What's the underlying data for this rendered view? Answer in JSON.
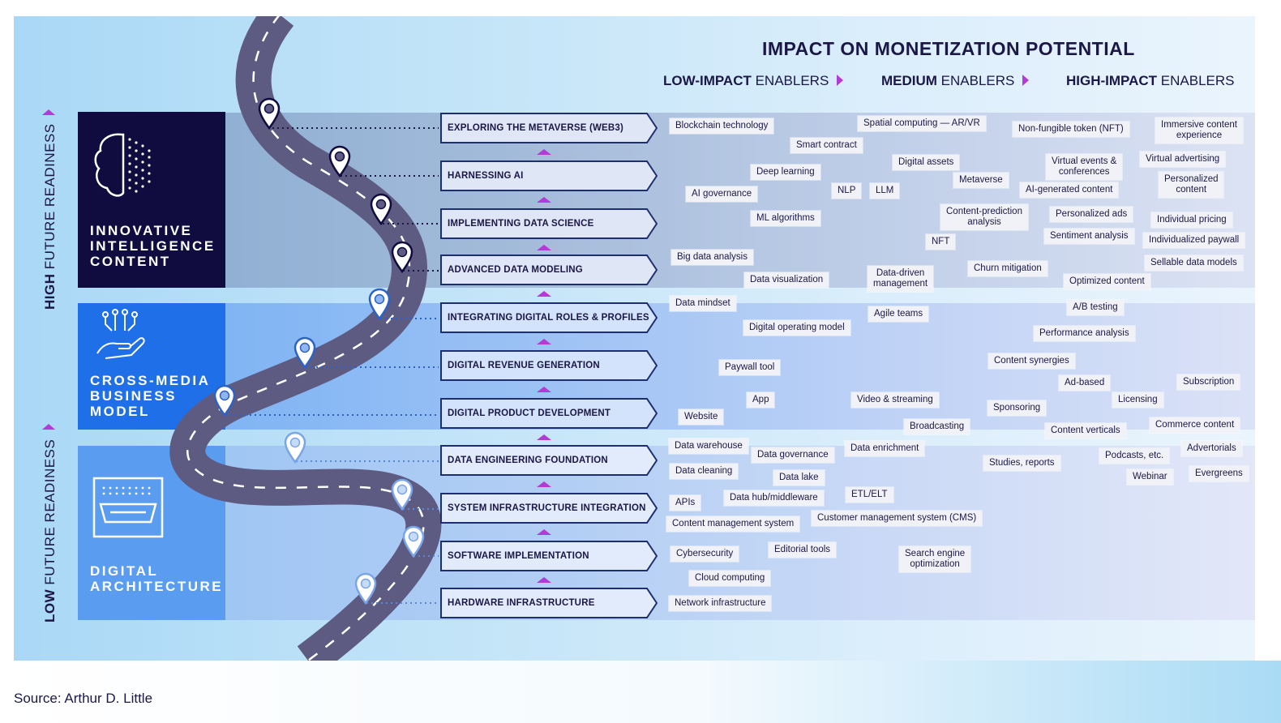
{
  "header": {
    "title": "IMPACT ON MONETIZATION POTENTIAL",
    "legend": [
      {
        "bold": "LOW-IMPACT",
        "rest": " ENABLERS"
      },
      {
        "bold": "MEDIUM",
        "rest": " ENABLERS"
      },
      {
        "bold": "HIGH-IMPACT",
        "rest": " ENABLERS"
      }
    ]
  },
  "readiness": {
    "high": {
      "bold": "HIGH",
      "rest": " FUTURE READINESS"
    },
    "low": {
      "bold": "LOW",
      "rest": " FUTURE READINESS"
    }
  },
  "categories": [
    {
      "label": "INNOVATIVE\nINTELLIGENCE\nCONTENT",
      "icon": "brain-icon",
      "color": "#110c3f"
    },
    {
      "label": "CROSS-MEDIA\nBUSINESS\nMODEL",
      "icon": "hand-circuit-icon",
      "color": "#1f6fe8"
    },
    {
      "label": "DIGITAL\nARCHITECTURE",
      "icon": "server-icon",
      "color": "#5a9cf0"
    }
  ],
  "stages": [
    "EXPLORING THE METAVERSE (WEB3)",
    "HARNESSING AI",
    "IMPLEMENTING DATA SCIENCE",
    "ADVANCED DATA MODELING",
    "INTEGRATING DIGITAL ROLES & PROFILES",
    "DIGITAL REVENUE GENERATION",
    "DIGITAL PRODUCT DEVELOPMENT",
    "DATA ENGINEERING FOUNDATION",
    "SYSTEM INFRASTRUCTURE INTEGRATION",
    "SOFTWARE IMPLEMENTATION",
    "HARDWARE INFRASTRUCTURE"
  ],
  "enablers": [
    [
      "Blockchain technology",
      "Spatial computing — AR/VR",
      "Smart contract",
      "Non-fungible token (NFT)",
      "Immersive content\nexperience"
    ],
    [
      "Deep learning",
      "Digital assets",
      "Virtual events &\nconferences",
      "Virtual advertising",
      "AI governance",
      "NLP",
      "LLM",
      "Metaverse",
      "AI-generated content",
      "Personalized\ncontent"
    ],
    [
      "ML algorithms",
      "Content-prediction\nanalysis",
      "Personalized ads",
      "Individual pricing",
      "NFT",
      "Sentiment analysis",
      "Individualized paywall"
    ],
    [
      "Big data analysis",
      "Data visualization",
      "Data-driven\nmanagement",
      "Churn mitigation",
      "Sellable data models",
      "Optimized content"
    ],
    [
      "Data mindset",
      "Agile teams",
      "A/B testing",
      "Digital operating model",
      "Performance analysis"
    ],
    [
      "Paywall tool",
      "Content synergies",
      "Ad-based",
      "Subscription"
    ],
    [
      "App",
      "Video & streaming",
      "Licensing",
      "Website",
      "Sponsoring",
      "Broadcasting",
      "Content verticals",
      "Commerce content"
    ],
    [
      "Data warehouse",
      "Data governance",
      "Data enrichment",
      "Advertorials",
      "Podcasts, etc.",
      "Studies, reports",
      "Data cleaning",
      "Data lake",
      "Webinar",
      "Evergreens"
    ],
    [
      "APIs",
      "Data hub/middleware",
      "ETL/ELT",
      "Content management system",
      "Customer management system (CMS)"
    ],
    [
      "Cybersecurity",
      "Editorial tools",
      "Search engine\noptimization",
      "Cloud computing"
    ],
    [
      "Network infrastructure"
    ]
  ],
  "source": "Source: Arthur D. Little",
  "colors": {
    "navy": "#110c3f",
    "purple_arrow": "#b23ad6",
    "road": "#5d5b82",
    "stage_border": "#1d2f6e"
  }
}
